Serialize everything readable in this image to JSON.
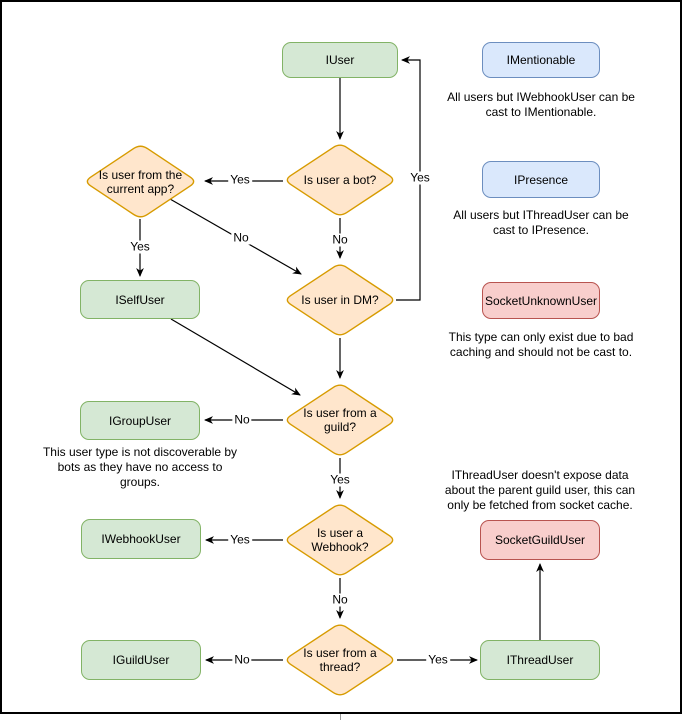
{
  "diagram": {
    "nodes": {
      "iuser": "IUser",
      "imentionable": "IMentionable",
      "ipresence": "IPresence",
      "socketunknownuser": "SocketUnknownUser",
      "iselfuser": "ISelfUser",
      "igroupuser": "IGroupUser",
      "iwebhookuser": "IWebhookUser",
      "iguilduser": "IGuildUser",
      "ithreaduser": "IThreadUser",
      "socketguilduser": "SocketGuildUser"
    },
    "decisions": {
      "is_bot": "Is user a bot?",
      "is_current_app": "Is user from the current app?",
      "is_dm": "Is user in DM?",
      "is_guild": "Is user from a guild?",
      "is_webhook": "Is user a Webhook?",
      "is_thread": "Is user from a thread?"
    },
    "edge_labels": {
      "bot_yes": "Yes",
      "bot_no": "No",
      "app_yes": "Yes",
      "app_no": "No",
      "dm_yes": "Yes",
      "guild_no": "No",
      "guild_yes": "Yes",
      "webhook_yes": "Yes",
      "webhook_no": "No",
      "thread_no": "No",
      "thread_yes": "Yes"
    },
    "notes": {
      "mentionable": "All users but IWebhookUser can be cast to IMentionable.",
      "presence": "All users but IThreadUser can be cast to IPresence.",
      "unknown": "This type can only exist due to bad caching and should not be cast to.",
      "group": "This user type is not discoverable by bots as they have no access to groups.",
      "thread": "IThreadUser doesn't expose data about the parent guild user, this can only be fetched from socket cache."
    },
    "colors": {
      "green_fill": "#d5e8d4",
      "green_stroke": "#82b366",
      "orange_fill": "#ffe6cc",
      "orange_stroke": "#d79b00",
      "blue_fill": "#dae8fc",
      "blue_stroke": "#6c8ebf",
      "red_fill": "#f8cecc",
      "red_stroke": "#b85450",
      "line": "#000000"
    }
  }
}
